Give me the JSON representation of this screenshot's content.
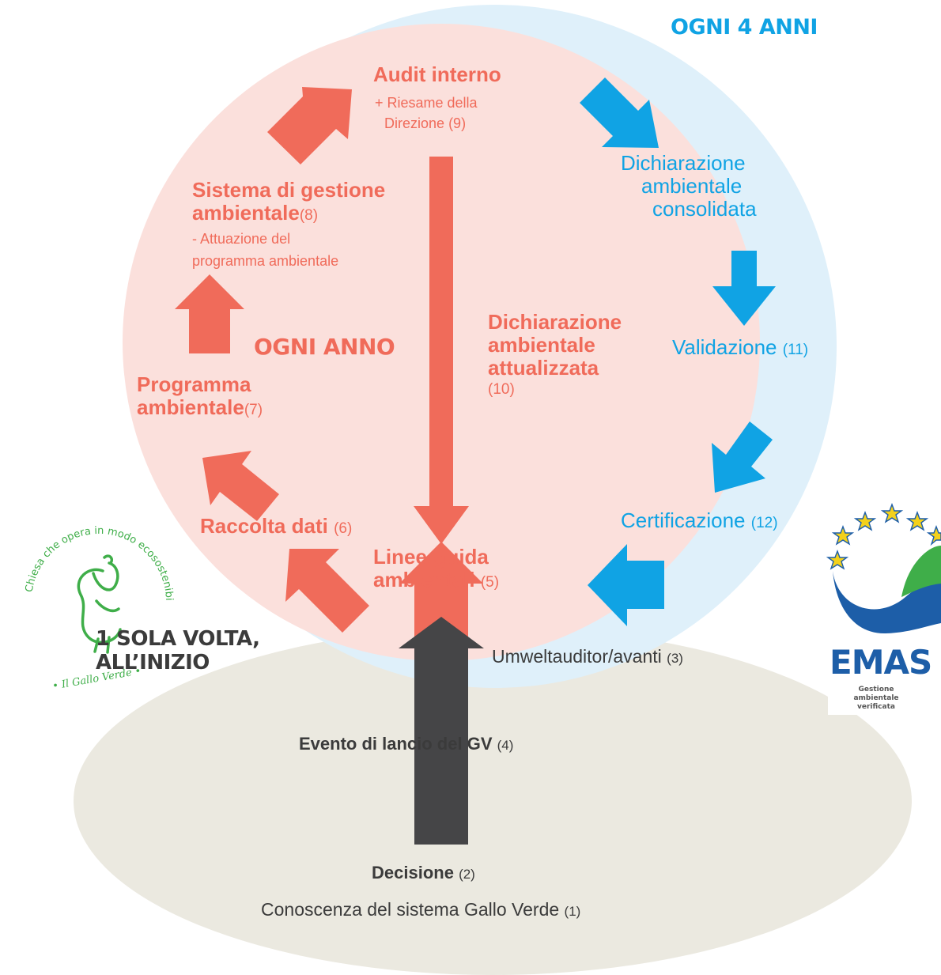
{
  "yearly_label": "OGNI ANNO",
  "four_years_label": "OGNI 4 ANNI",
  "once_label": [
    "1 SOLA VOLTA,",
    "ALL’INIZIO"
  ],
  "steps": {
    "audit": {
      "title": "Audit interno",
      "sub": [
        "+ Riesame della",
        "Direzione"
      ],
      "num": "(9)"
    },
    "sistema": {
      "title": [
        "Sistema di gestione",
        "ambientale"
      ],
      "num": "(8)",
      "sub": [
        "- Attuazione del",
        "programma ambientale"
      ]
    },
    "programma": {
      "title": [
        "Programma",
        "ambientale"
      ],
      "num": "(7)"
    },
    "raccolta": {
      "title": "Raccolta dati",
      "num": "(6)"
    },
    "linee": {
      "title": [
        "Linee-guida",
        "ambientali"
      ],
      "num": "(5)"
    },
    "dich_att": {
      "title": [
        "Dichiarazione",
        "ambientale",
        "attualizzata"
      ],
      "num": "(10)"
    },
    "dich_cons": {
      "title": [
        "Dichiarazione",
        "ambientale",
        "consolidata"
      ]
    },
    "validazione": {
      "title": "Validazione",
      "num": "(11)"
    },
    "certificazione": {
      "title": "Certificazione",
      "num": "(12)"
    },
    "evento": {
      "title": "Evento di lancio del GV",
      "num": "(4)"
    },
    "umwelt": {
      "title": "Umweltauditor/avanti",
      "num": "(3)"
    },
    "decisione": {
      "title": "Decisione",
      "num": "(2)"
    },
    "conoscenza": {
      "title": "Conoscenza del sistema Gallo Verde",
      "num": "(1)"
    }
  },
  "logos": {
    "gallo_verde": {
      "ring_text": "Chiesa che opera in modo ecosostenibile",
      "bottom_text": "• Il Gallo Verde •",
      "icon": "rooster-icon"
    },
    "emas": {
      "name": "EMAS",
      "caption": [
        "Gestione",
        "ambientale",
        "verificata"
      ],
      "icon": "eu-stars-icon"
    }
  },
  "colors": {
    "red": "#f06b5a",
    "blue": "#10a3e4",
    "outer_circle": "#dff0fa",
    "inner_circle": "#fbe0dc",
    "base_ellipse": "#ebe9e0",
    "dark_arrow": "#454547",
    "green": "#3fae49",
    "emas_blue": "#1d5ea8"
  }
}
